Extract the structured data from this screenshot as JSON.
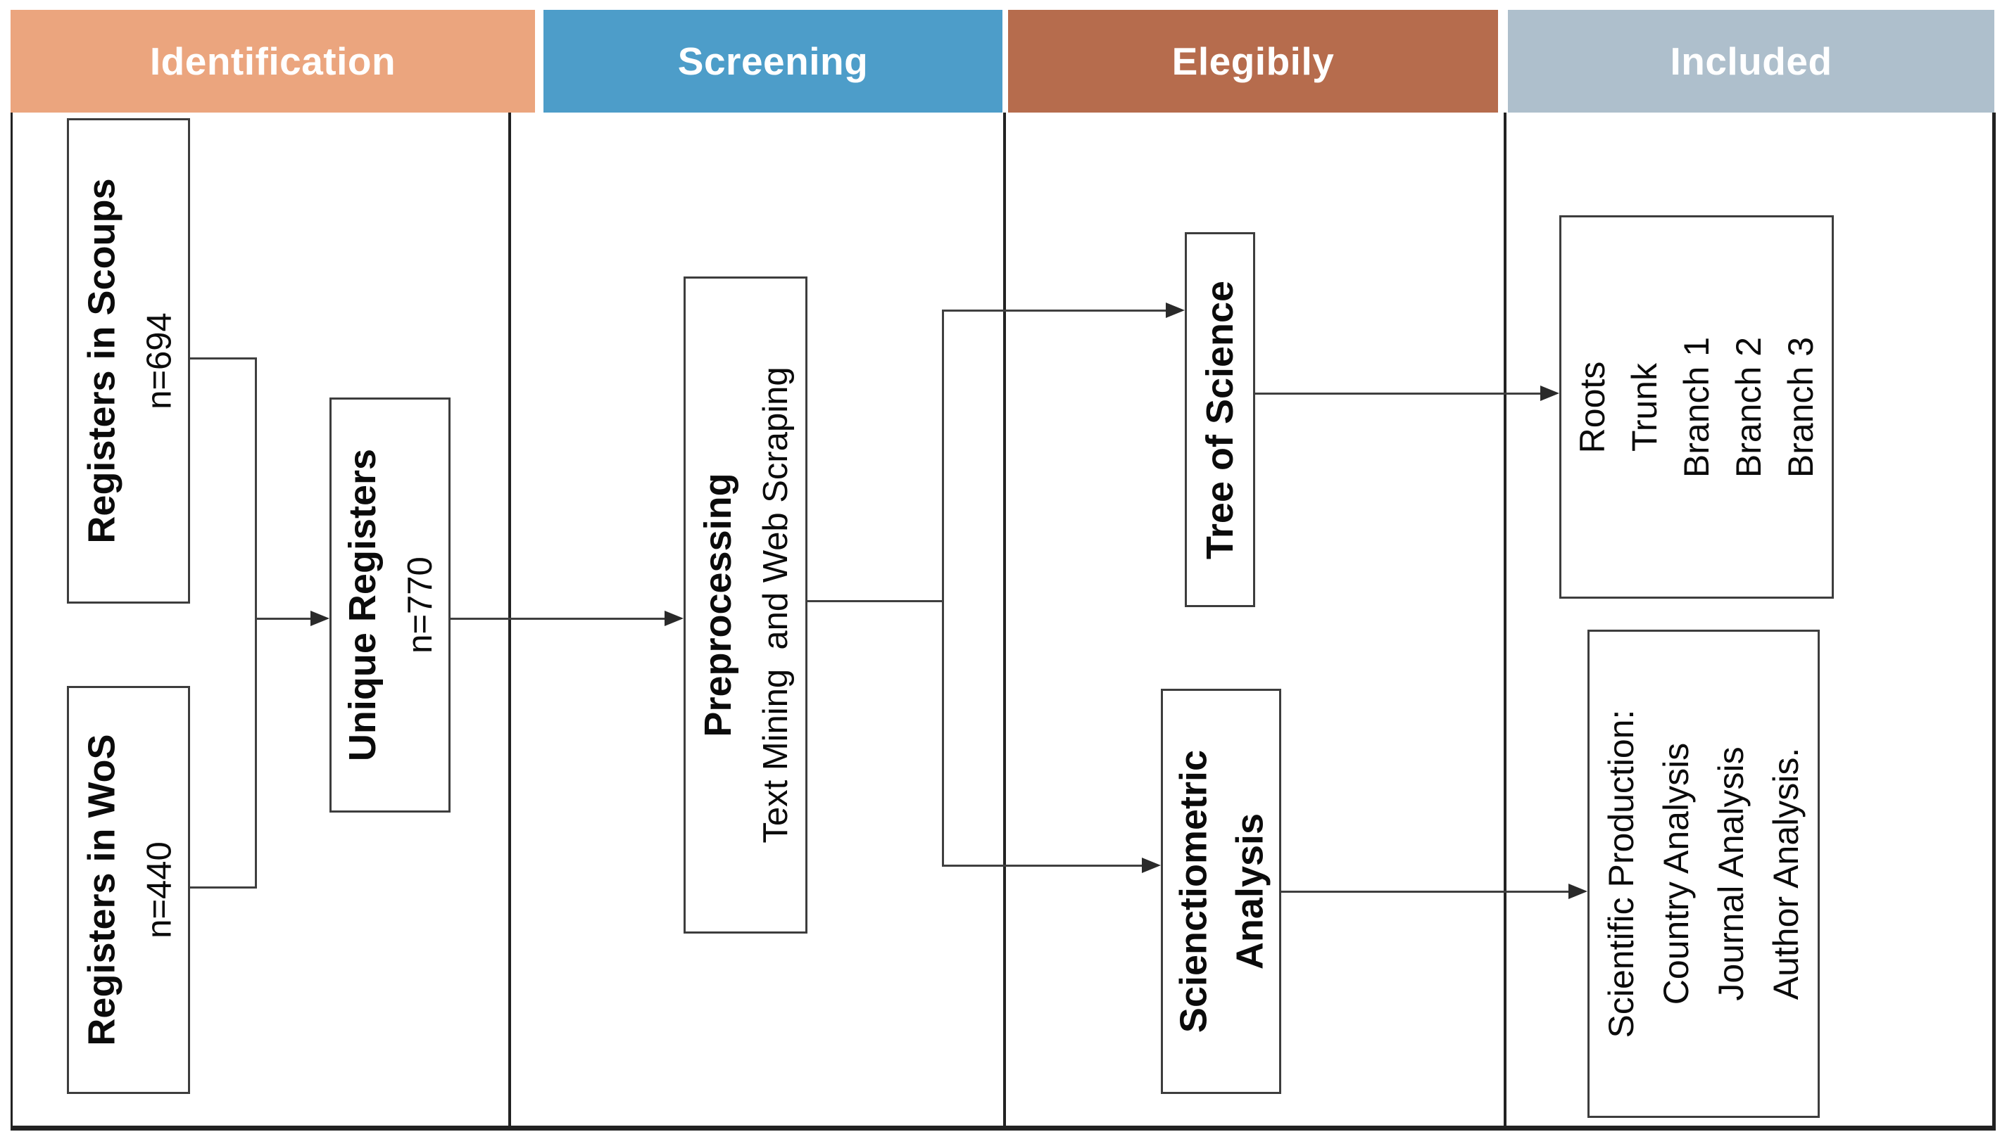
{
  "columns": [
    {
      "label": "Identification",
      "color": "#EBA57E"
    },
    {
      "label": "Screening",
      "color": "#4D9DC9"
    },
    {
      "label": "Elegibily",
      "color": "#B66C4D"
    },
    {
      "label": "Included",
      "color": "#AEBFCC"
    }
  ],
  "boxes": {
    "registers_scoups": {
      "title": "Registers in Scoups",
      "count": "n=694"
    },
    "registers_wos": {
      "title": "Registers in WoS",
      "count": "n=440"
    },
    "unique_registers": {
      "title": "Unique Registers",
      "count": "n=770"
    },
    "preprocessing": {
      "title": "Preprocessing",
      "subtitle": "Text Mining  and Web Scraping"
    },
    "tree_of_science": {
      "title": "Tree of Science"
    },
    "scienctiometric": {
      "title_line1": "Scienctiometric",
      "title_line2": "Analysis"
    },
    "tos_results": {
      "lines": [
        "Roots",
        "Trunk",
        "Branch 1",
        "Branch 2",
        "Branch 3"
      ]
    },
    "scientific_production": {
      "lines": [
        "Scientific Production:",
        "Country Analysis",
        "Journal Analysis",
        "Author Analysis."
      ]
    }
  }
}
